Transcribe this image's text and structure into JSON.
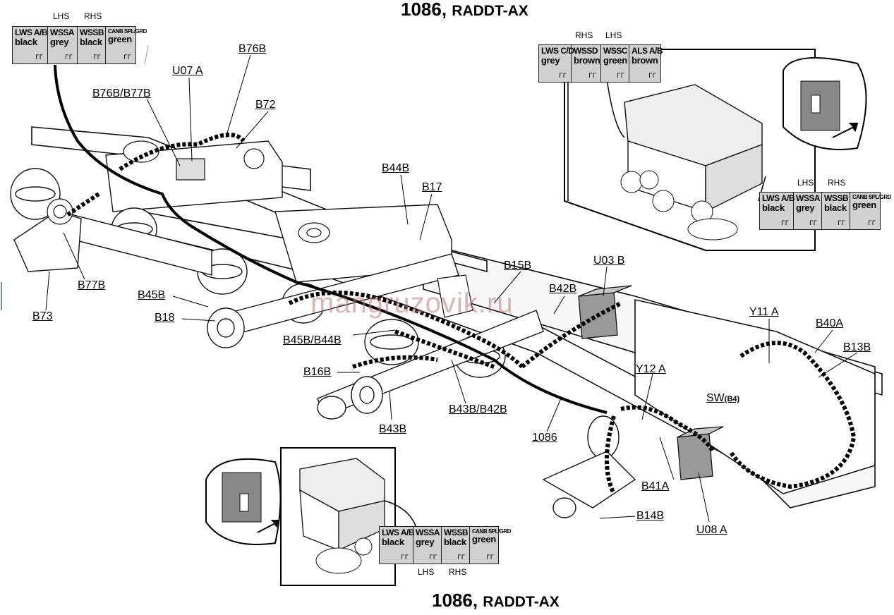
{
  "titles": {
    "top": {
      "code": "1086",
      "name": "RADDT-AX"
    },
    "bottom": {
      "code": "1086",
      "name": "RADDT-AX"
    }
  },
  "watermark": "mangruzovik.ru",
  "side_labels": {
    "tl_lhs": "LHS",
    "tl_rhs": "RHS",
    "tr_rhs": "RHS",
    "tr_lhs": "LHS",
    "mr_lhs": "LHS",
    "mr_rhs": "RHS",
    "b_lhs": "LHS",
    "b_rhs": "RHS"
  },
  "connectors": {
    "top_left": [
      {
        "name": "LWS A/B",
        "color": "black"
      },
      {
        "name": "WSSA",
        "color": "grey"
      },
      {
        "name": "WSSB",
        "color": "black"
      },
      {
        "name": "CANB SPL/GRD",
        "color": "green"
      }
    ],
    "top_right": [
      {
        "name": "LWS C/D",
        "color": "grey"
      },
      {
        "name": "WSSD",
        "color": "brown"
      },
      {
        "name": "WSSC",
        "color": "green"
      },
      {
        "name": "ALS A/B",
        "color": "brown"
      }
    ],
    "mid_right": [
      {
        "name": "LWS A/B",
        "color": "black"
      },
      {
        "name": "WSSA",
        "color": "grey"
      },
      {
        "name": "WSSB",
        "color": "black"
      },
      {
        "name": "CANB SPL/GRD",
        "color": "green"
      }
    ],
    "bottom": [
      {
        "name": "LWS A/B",
        "color": "black"
      },
      {
        "name": "WSSA",
        "color": "grey"
      },
      {
        "name": "WSSB",
        "color": "black"
      },
      {
        "name": "CANB SPL/GRD",
        "color": "green"
      }
    ]
  },
  "labels": {
    "b76b": "B76B",
    "u07a": "U07 A",
    "b76b_b77b": "B76B/B77B",
    "b72": "B72",
    "b44b": "B44B",
    "b17": "B17",
    "b15b": "B15B",
    "u03b": "U03 B",
    "b42b": "B42B",
    "b77b": "B77B",
    "b73": "B73",
    "b45b": "B45B",
    "b18": "B18",
    "b45b_b44b": "B45B/B44B",
    "b16b": "B16B",
    "b43b_b42b": "B43B/B42B",
    "b43b": "B43B",
    "w1086": "1086",
    "y11a": "Y11 A",
    "b40a": "B40A",
    "b13b": "B13B",
    "y12a": "Y12 A",
    "sw": "SW",
    "sw_sub": "(B4)",
    "b41a": "B41A",
    "b14b": "B14B",
    "u08a": "U08 A"
  }
}
